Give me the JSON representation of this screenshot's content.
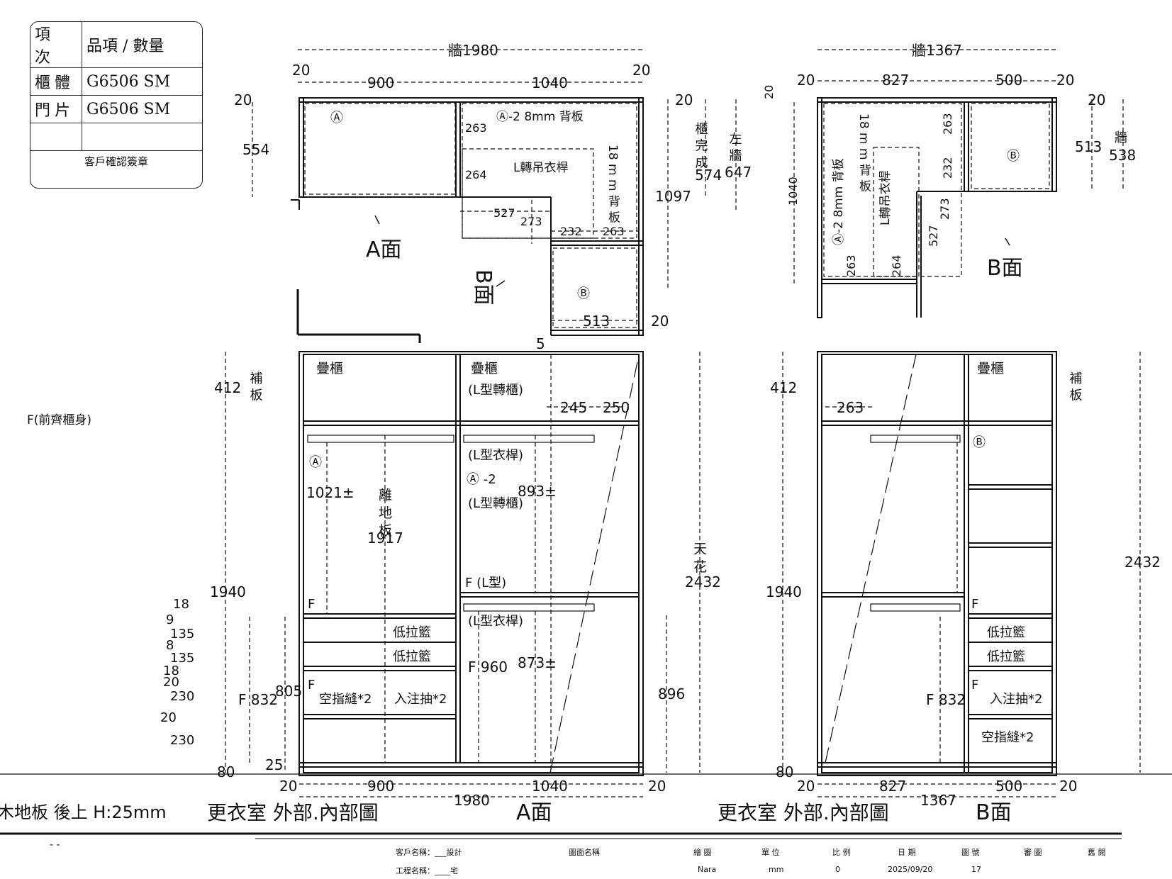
{
  "legend": {
    "header": [
      "項 次",
      "品項 / 數量"
    ],
    "rows": [
      {
        "key": "櫃體",
        "val": "G6506 SM"
      },
      {
        "key": "門片",
        "val": "G6506 SM"
      },
      {
        "key": "",
        "val": ""
      }
    ],
    "confirm": "客戶確認簽章"
  },
  "plan_a": {
    "wall": "牆1980",
    "left_gap": "20",
    "w900": "900",
    "w1040": "1040",
    "right_gap": "20",
    "top_gap": "20",
    "depth554": "554",
    "label_a": "Ⓐ",
    "label_a2": "Ⓐ-2 8mm 背板",
    "back18": "18 m m 背 板",
    "d263": "263",
    "d264": "264",
    "rod": "L轉吊衣桿",
    "d527": "527",
    "d273": "273",
    "d232": "232",
    "d263b": "263",
    "d1097": "1097",
    "right20": "20",
    "finish": "櫃 完 成",
    "finish_val": "574",
    "leftwall": "左 牆",
    "leftwall_val": "647",
    "label_b": "Ⓑ",
    "d513": "513",
    "d20b": "20",
    "d5": "5",
    "face_a": "A面",
    "face_b": "B面"
  },
  "plan_b": {
    "wall": "牆1367",
    "g20a": "20",
    "w827": "827",
    "w500": "500",
    "g20b": "20",
    "top20": "20",
    "d1040": "1040",
    "back18": "18 m m 背 板",
    "d263": "263",
    "d232": "232",
    "label_b": "Ⓑ",
    "d513": "513",
    "wall538": "538",
    "wall_lbl": "牆",
    "r20": "20",
    "panel8": "Ⓐ-2 8mm 背板",
    "rod": "L轉吊衣桿",
    "d273": "273",
    "d527": "527",
    "d263b": "263",
    "d264": "264",
    "face_b": "B面"
  },
  "elev_a": {
    "h412": "412",
    "filler": "補 板",
    "h1940": "1940",
    "small_dims": [
      "18",
      "9",
      "135",
      "8",
      "135",
      "18",
      "20",
      "230",
      "20",
      "230"
    ],
    "f832": "F 832",
    "d805": "805",
    "d25": "25",
    "d80": "80",
    "fold1": "疊櫃",
    "fold2": "疊櫃",
    "fold2b": "(L型轉櫃)",
    "d245": "245",
    "d250": "250",
    "lab_a": "Ⓐ",
    "d1021": "1021±",
    "floor": "離 地 板",
    "d1917": "1917",
    "rod1": "(L型衣桿)",
    "lab_a2": "Ⓐ -2",
    "corner": "(L型轉櫃)",
    "d893": "893±",
    "f_l": "F (L型)",
    "rod2": "(L型衣桿)",
    "f960": "F 960",
    "d873": "873±",
    "f1": "F",
    "f2": "F",
    "basket1": "低拉籃",
    "basket2": "低拉籃",
    "drawer_a": "空指縫*2",
    "drawer_b": "入注抽*2",
    "ceiling": "天 花",
    "d2432": "2432",
    "d896": "896",
    "b20a": "20",
    "b900": "900",
    "b1040": "1040",
    "b20b": "20",
    "b1980": "1980",
    "title": "更衣室  外部.內部圖",
    "face": "A面"
  },
  "elev_b": {
    "h412": "412",
    "h1940": "1940",
    "d263": "263",
    "fold": "疊櫃",
    "filler": "補 板",
    "lab_b": "Ⓑ",
    "d2432": "2432",
    "f1": "F",
    "f2": "F",
    "f832": "F 832",
    "basket1": "低拉籃",
    "basket2": "低拉籃",
    "drawer": "入注抽*2",
    "finger": "空指縫*2",
    "d80": "80",
    "b20a": "20",
    "b827": "827",
    "b500": "500",
    "b20b": "20",
    "b1367": "1367",
    "title": "更衣室  外部.內部圖",
    "face": "B面"
  },
  "side_notes": {
    "front": "F(前齊櫃身)",
    "floor_note": "木地板 後上 H:25mm",
    "mark": "- -"
  },
  "footer": {
    "client": "客戶名稱：___設計",
    "project": "工程名稱：____宅",
    "drawing": "圖面名稱",
    "drawer_lbl": "繪 圖",
    "drawer_val": "Nara",
    "unit_lbl": "單 位",
    "unit_val": "mm",
    "scale_lbl": "比 例",
    "scale_val": "0",
    "date_lbl": "日 期",
    "date_val": "2025/09/20",
    "no_lbl": "圖 號",
    "no_val": "17",
    "review_lbl": "審 圖",
    "approve_lbl": "舊 閱"
  }
}
